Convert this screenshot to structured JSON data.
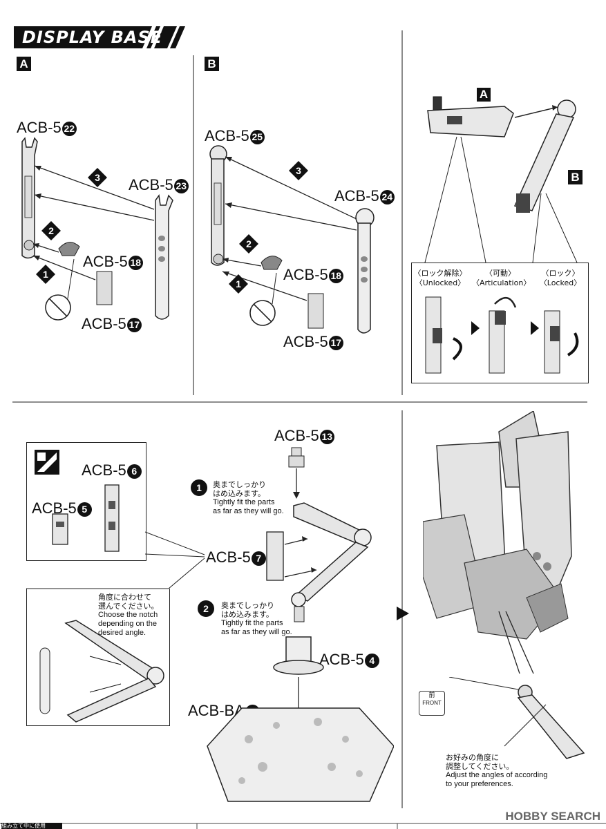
{
  "title": "DISPLAY BASE",
  "steps": {
    "a": "A",
    "b": "B",
    "step_1": "1",
    "step_2": "2",
    "step_3": "3"
  },
  "panel_a": {
    "part_22": {
      "prefix": "ACB-5",
      "num": "22"
    },
    "part_23": {
      "prefix": "ACB-5",
      "num": "23"
    },
    "part_18": {
      "prefix": "ACB-5",
      "num": "18"
    },
    "part_17": {
      "prefix": "ACB-5",
      "num": "17"
    }
  },
  "panel_b": {
    "part_25": {
      "prefix": "ACB-5",
      "num": "25"
    },
    "part_24": {
      "prefix": "ACB-5",
      "num": "24"
    },
    "part_18": {
      "prefix": "ACB-5",
      "num": "18"
    },
    "part_17": {
      "prefix": "ACB-5",
      "num": "17"
    }
  },
  "panel_c": {
    "label_a": "A",
    "label_b": "B",
    "states": [
      {
        "jp": "〈ロック解除〉",
        "en": "〈Unlocked〉"
      },
      {
        "jp": "〈可動〉",
        "en": "〈Articulation〉"
      },
      {
        "jp": "〈ロック〉",
        "en": "〈Locked〉"
      }
    ]
  },
  "panel_d": {
    "part_13": {
      "prefix": "ACB-5",
      "num": "13"
    },
    "part_6": {
      "prefix": "ACB-5",
      "num": "6"
    },
    "part_5": {
      "prefix": "ACB-5",
      "num": "5"
    },
    "part_7": {
      "prefix": "ACB-5",
      "num": "7"
    },
    "part_4": {
      "prefix": "ACB-5",
      "num": "4"
    },
    "part_ba2": {
      "prefix": "ACB-BA",
      "num": "2"
    },
    "note1_jp": "奥までしっかり\nはめ込みます。",
    "note1_en": "Tightly fit the parts\nas far as they will go.",
    "note2_jp": "奥までしっかり\nはめ込みます。",
    "note2_en": "Tightly fit the parts\nas far as they will go.",
    "notch_jp": "角度に合わせて\n選んでください。",
    "notch_en": "Choose the notch\ndepending on the\ndesired angle."
  },
  "panel_e": {
    "front_jp": "前",
    "front_en": "FRONT",
    "angle_jp": "お好みの角度に\n調整してください。",
    "angle_en": "Adjust the angles of according\nto your preferences."
  },
  "footer": {
    "left_text": "組み立て中に使用",
    "watermark": "HOBBY SEARCH"
  }
}
